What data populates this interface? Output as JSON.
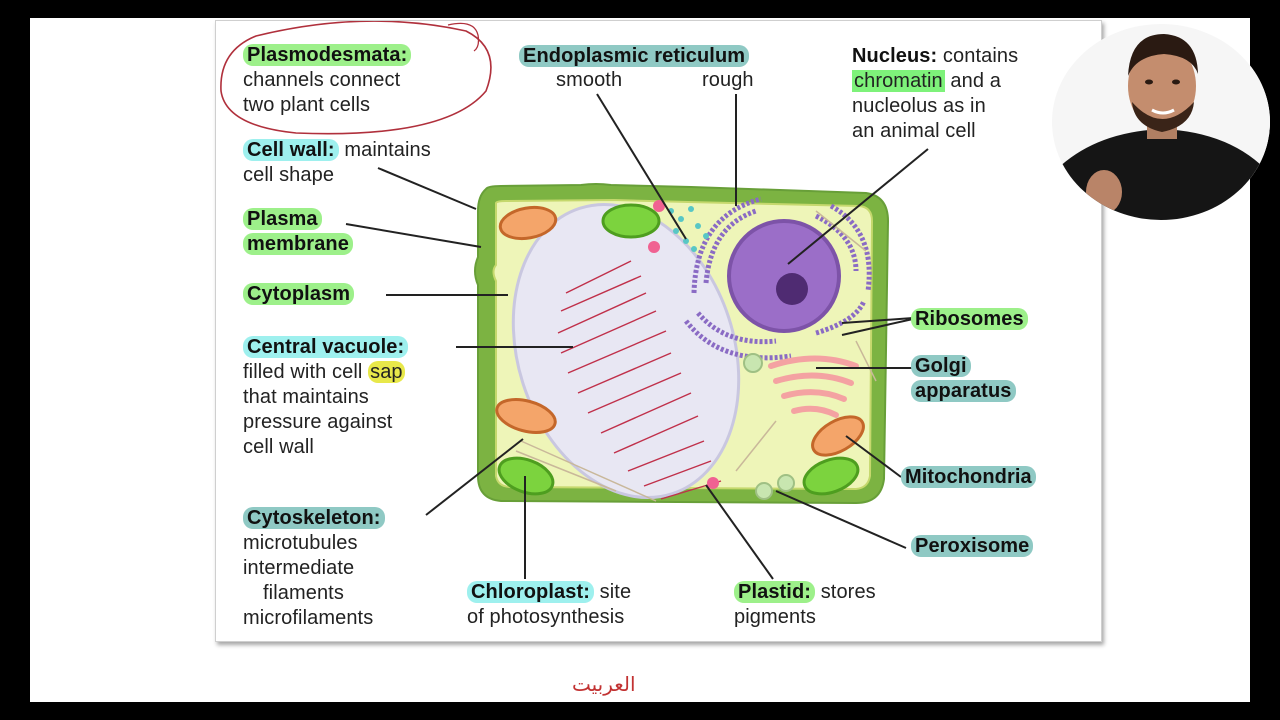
{
  "labels": {
    "plasmodesmata": {
      "term": "Plasmodesmata:",
      "desc1": "channels connect",
      "desc2": "two plant cells"
    },
    "cell_wall": {
      "term": "Cell wall:",
      "desc1": " maintains",
      "desc2": "cell shape"
    },
    "plasma_membrane": {
      "term1": "Plasma",
      "term2": "membrane"
    },
    "cytoplasm": {
      "term": "Cytoplasm"
    },
    "central_vacuole": {
      "term": "Central vacuole:",
      "desc1a": "filled with cell ",
      "desc1b": "sap",
      "desc2": "that maintains",
      "desc3": "pressure against",
      "desc4": "cell wall"
    },
    "cytoskeleton": {
      "term": "Cytoskeleton:",
      "desc1": "microtubules",
      "desc2": "intermediate",
      "desc3": "filaments",
      "desc4": "microfilaments"
    },
    "chloroplast": {
      "term": "Chloroplast:",
      "desc1": " site",
      "desc2": "of photosynthesis"
    },
    "plastid": {
      "term": "Plastid:",
      "desc1": " stores",
      "desc2": "pigments"
    },
    "endoplasmic_reticulum": {
      "term": "Endoplasmic reticulum",
      "smooth": "smooth",
      "rough": "rough"
    },
    "nucleus": {
      "term": "Nucleus:",
      "desc1": " contains",
      "desc2a": "chromatin",
      "desc2b": " and a",
      "desc3": "nucleolus as in",
      "desc4": "an animal cell"
    },
    "ribosomes": {
      "term": "Ribosomes"
    },
    "golgi": {
      "term1": "Golgi",
      "term2": "apparatus"
    },
    "mitochondria": {
      "term": "Mitochondria"
    },
    "peroxisome": {
      "term": "Peroxisome"
    }
  },
  "annotation": {
    "bottom_text": "العربيت"
  },
  "colors": {
    "green_highlight": "#9df08a",
    "cyan_highlight": "#9ef0ee",
    "teal_highlight": "#8fc9c4",
    "annotation_red": "#c23232"
  }
}
